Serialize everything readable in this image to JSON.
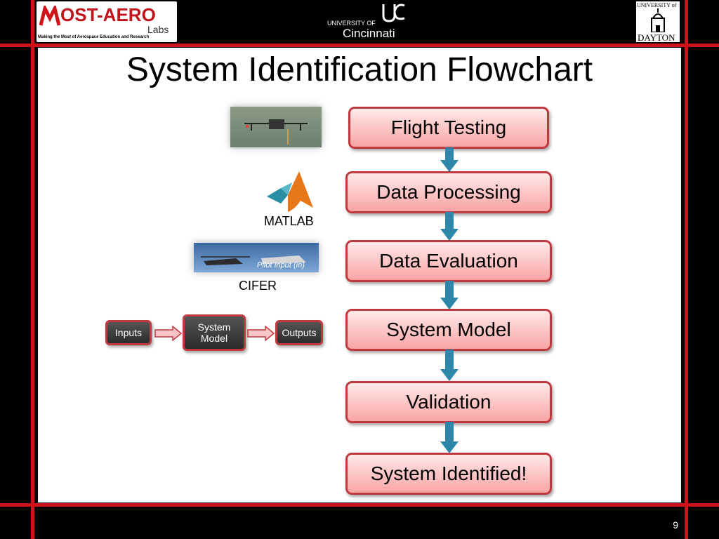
{
  "header": {
    "logo_left_main": "OST-AERO",
    "logo_left_sub": "Labs",
    "logo_left_tagline": "Making the Most of Aerospace Education and Research",
    "logo_center_small": "UNIVERSITY OF",
    "logo_center_main": "Cincinnati",
    "logo_right_small": "UNIVERSITY of",
    "logo_right_main": "DAYTON"
  },
  "title": "System Identification Flowchart",
  "flow": [
    {
      "label": "Flight Testing"
    },
    {
      "label": "Data Processing"
    },
    {
      "label": "Data Evaluation"
    },
    {
      "label": "System Model"
    },
    {
      "label": "Validation"
    },
    {
      "label": "System Identified!"
    }
  ],
  "captions": {
    "matlab": "MATLAB",
    "cifer": "CIFER",
    "cifer_overlay": "Pilot Input (in)"
  },
  "model": {
    "inputs": "Inputs",
    "system_line1": "System",
    "system_line2": "Model",
    "outputs": "Outputs"
  },
  "page_number": "9",
  "colors": {
    "frame_red": "#d0131a",
    "box_border": "#c0393f",
    "arrow": "#2e86a8"
  }
}
